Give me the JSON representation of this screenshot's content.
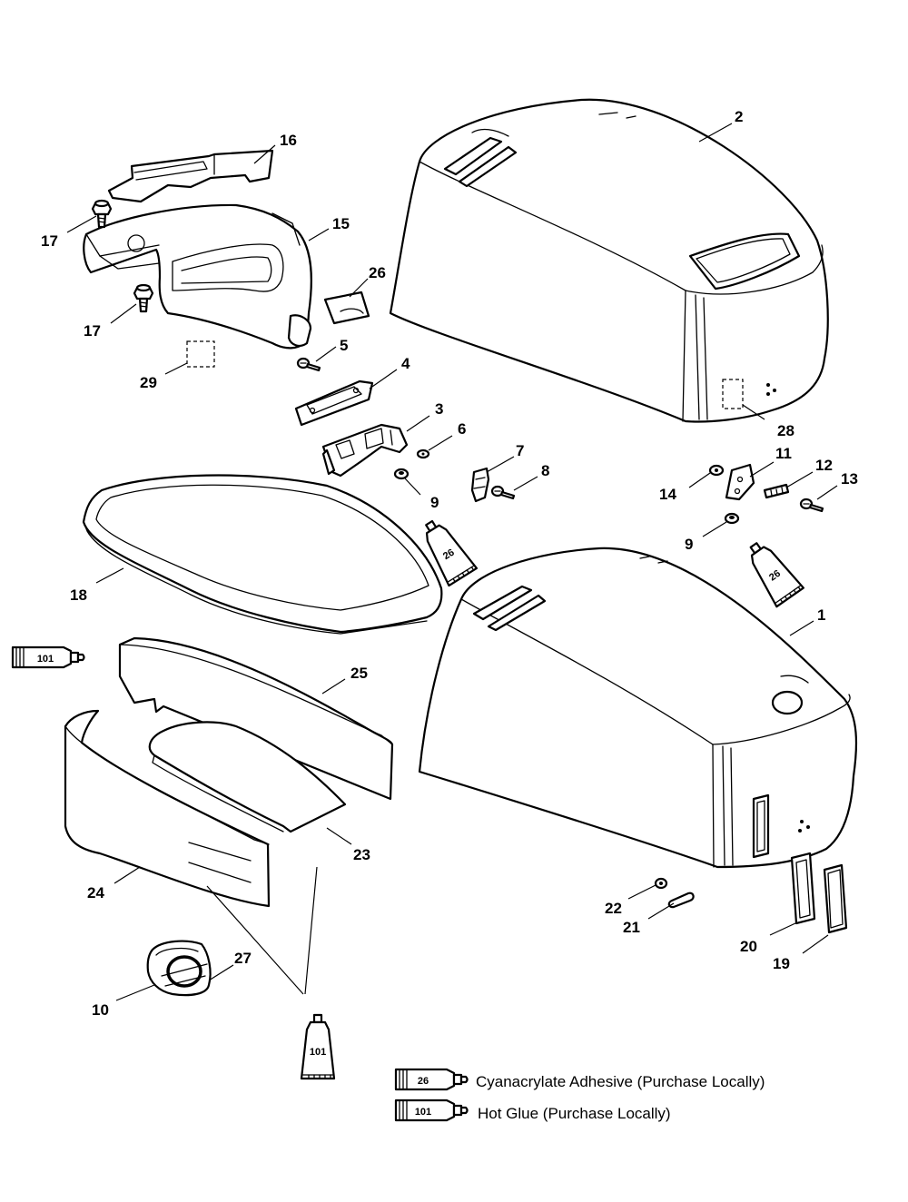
{
  "callouts": {
    "c1": "1",
    "c2": "2",
    "c3": "3",
    "c4": "4",
    "c5": "5",
    "c6": "6",
    "c7": "7",
    "c8": "8",
    "c9a": "9",
    "c9b": "9",
    "c10": "10",
    "c11": "11",
    "c12": "12",
    "c13": "13",
    "c14": "14",
    "c15": "15",
    "c16": "16",
    "c17a": "17",
    "c17b": "17",
    "c18": "18",
    "c19": "19",
    "c20": "20",
    "c21": "21",
    "c22": "22",
    "c23": "23",
    "c24": "24",
    "c25": "25",
    "c26": "26",
    "c27": "27",
    "c28": "28",
    "c29": "29"
  },
  "tube_labels": {
    "tube26_a": "26",
    "tube26_b": "26",
    "tube101_a": "101",
    "tube101_b": "101"
  },
  "legend": [
    {
      "code": "26",
      "text": "Cyanacrylate Adhesive (Purchase Locally)"
    },
    {
      "code": "101",
      "text": "Hot Glue (Purchase Locally)"
    }
  ]
}
